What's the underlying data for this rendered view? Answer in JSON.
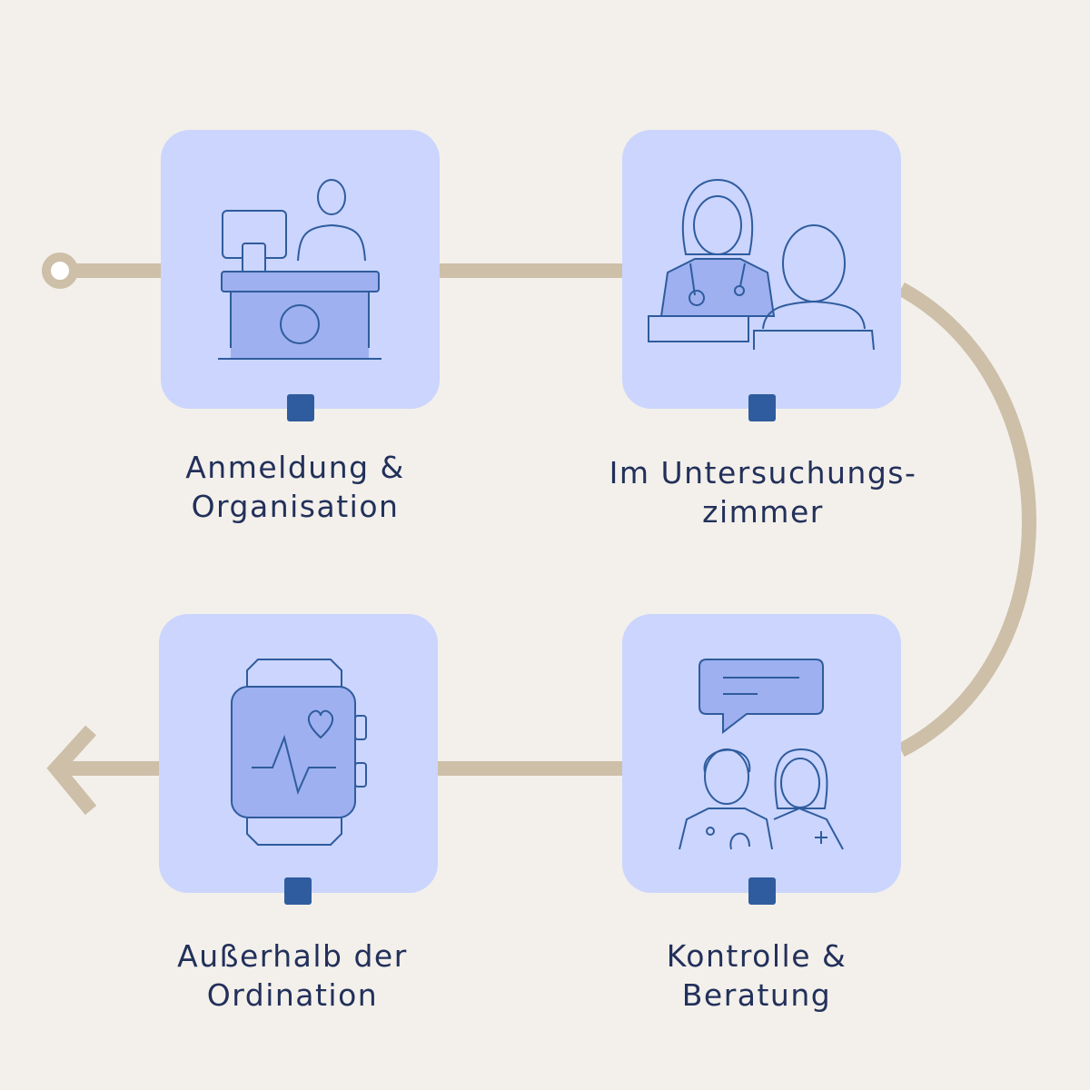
{
  "colors": {
    "background": "#f3f0eb",
    "card": "#cbd5fd",
    "icon_fill": "#9eb0ef",
    "icon_stroke": "#2f5c9e",
    "connector": "#cdbfa8",
    "text": "#22305a"
  },
  "steps": [
    {
      "line1": "Anmeldung &",
      "line2": "Organisation",
      "icon": "reception-desk-icon"
    },
    {
      "line1": "Im Untersuchungs-",
      "line2": "zimmer",
      "icon": "doctor-patient-icon"
    },
    {
      "line1": "Kontrolle &",
      "line2": "Beratung",
      "icon": "medical-team-chat-icon"
    },
    {
      "line1": "Außerhalb der",
      "line2": "Ordination",
      "icon": "smartwatch-heart-icon"
    }
  ]
}
